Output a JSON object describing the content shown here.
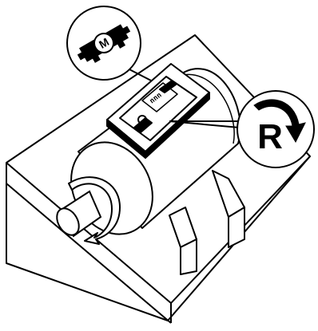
{
  "figure": {
    "background": "#ffffff",
    "stroke": "#000000",
    "shade": "#000000"
  },
  "callout_motor": {
    "icon": "motor-symbol-icon",
    "symbol": "M"
  },
  "callout_rotation": {
    "icon": "rotation-clockwise-icon",
    "symbol": "R"
  },
  "device": {
    "icon": "vibration-tester-icon",
    "readout": "nnn"
  },
  "shaft": {
    "icon": "shaft-rotation-arrow-icon"
  }
}
